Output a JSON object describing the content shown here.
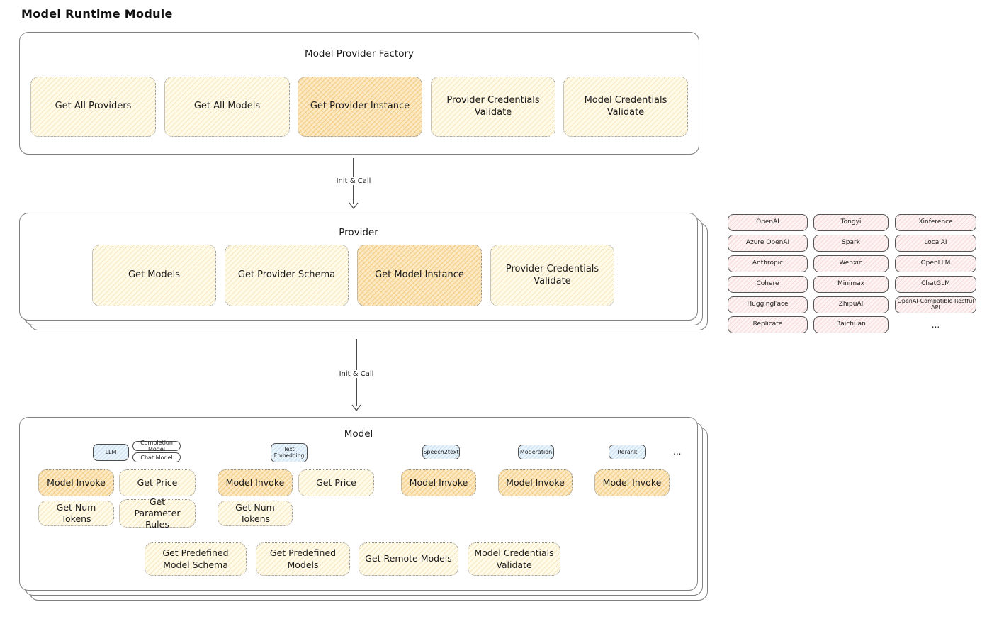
{
  "page_title": "Model Runtime Module",
  "factory": {
    "title": "Model Provider Factory",
    "boxes": [
      {
        "label": "Get All Providers",
        "highlighted": false
      },
      {
        "label": "Get All Models",
        "highlighted": false
      },
      {
        "label": "Get Provider Instance",
        "highlighted": true
      },
      {
        "label": "Provider Credentials Validate",
        "highlighted": false
      },
      {
        "label": "Model Credentials Validate",
        "highlighted": false
      }
    ]
  },
  "arrow1": {
    "label": "Init & Call"
  },
  "arrow2": {
    "label": "Init & Call"
  },
  "provider": {
    "title": "Provider",
    "boxes": [
      {
        "label": "Get Models",
        "highlighted": false
      },
      {
        "label": "Get Provider Schema",
        "highlighted": false
      },
      {
        "label": "Get Model Instance",
        "highlighted": true
      },
      {
        "label": "Provider Credentials Validate",
        "highlighted": false
      }
    ]
  },
  "providers_grid": {
    "items": [
      "OpenAI",
      "Tongyi",
      "Xinference",
      "Azure OpenAI",
      "Spark",
      "LocalAI",
      "Anthropic",
      "Wenxin",
      "OpenLLM",
      "Cohere",
      "Minimax",
      "ChatGLM",
      "HuggingFace",
      "ZhipuAI",
      "OpenAI-Compatible Restful API",
      "Replicate",
      "Baichuan"
    ],
    "ellipsis": "..."
  },
  "model": {
    "title": "Model",
    "tabs": {
      "llm": "LLM",
      "completion_model": "Completion Model",
      "chat_model": "Chat Model",
      "text_embedding": "Text Embedding",
      "speech2text": "Speech2text",
      "moderation": "Moderation",
      "rerank": "Rerank",
      "ellipsis": "..."
    },
    "ops": {
      "model_invoke": "Model Invoke",
      "get_price": "Get Price",
      "get_num_tokens": "Get Num Tokens",
      "get_parameter_rules": "Get Parameter Rules"
    },
    "bottom_boxes": [
      {
        "label": "Get Predefined Model Schema"
      },
      {
        "label": "Get Predefined Models"
      },
      {
        "label": "Get Remote Models"
      },
      {
        "label": "Model Credentials Validate"
      }
    ]
  },
  "colors": {
    "cream_fill": "#FFFAEA",
    "cream_hatch": "#E9CB78",
    "orange_fill": "#FBEAC4",
    "orange_hatch": "#ECAC46",
    "pink_fill": "#FDF3F3",
    "pink_hatch": "#E08282",
    "blue_fill": "#EAF4FB",
    "blue_hatch": "#6EA5D7",
    "panel_border": "#818181",
    "text": "#1B1B1B"
  }
}
